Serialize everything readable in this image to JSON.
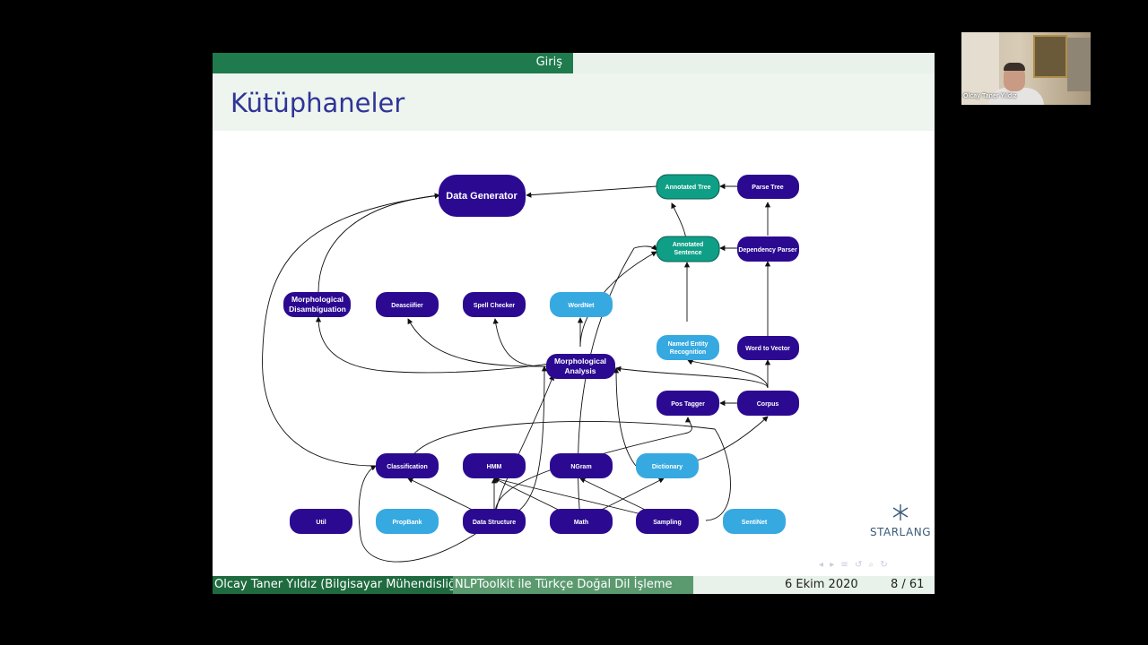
{
  "slide": {
    "section_label": "Giriş",
    "title": "Kütüphaneler"
  },
  "diagram": {
    "nodes": {
      "data_generator": "Data Generator",
      "annotated_tree": "Annotated Tree",
      "parse_tree": "Parse Tree",
      "annotated_sentence_1": "Annotated",
      "annotated_sentence_2": "Sentence",
      "dependency_parser": "Dependency Parser",
      "morph_disamb_1": "Morphological",
      "morph_disamb_2": "Disambiguation",
      "deasciifier": "Deasciifier",
      "spell_checker": "Spell Checker",
      "wordnet": "WordNet",
      "ner_1": "Named Entity",
      "ner_2": "Recognition",
      "word_to_vector": "Word to Vector",
      "morph_analysis_1": "Morphological",
      "morph_analysis_2": "Analysis",
      "pos_tagger": "Pos Tagger",
      "corpus": "Corpus",
      "classification": "Classification",
      "hmm": "HMM",
      "ngram": "NGram",
      "dictionary": "Dictionary",
      "util": "Util",
      "propbank": "PropBank",
      "data_structure": "Data Structure",
      "math": "Math",
      "sampling": "Sampling",
      "sentinet": "SentiNet"
    },
    "colors": {
      "dark": "#2b0a91",
      "light": "#36a9e1",
      "teal": "#0f9f86"
    }
  },
  "logo": {
    "text": "STARLANG"
  },
  "footer": {
    "author": "Olcay Taner Yıldız (Bilgisayar Mühendisliği)",
    "talk_title": "NLPToolkit ile Türkçe Doğal Dil İşleme",
    "date": "6 Ekim 2020",
    "page": "8 / 61"
  },
  "webcam": {
    "participant_name": "Olcay Taner Yıldız"
  }
}
